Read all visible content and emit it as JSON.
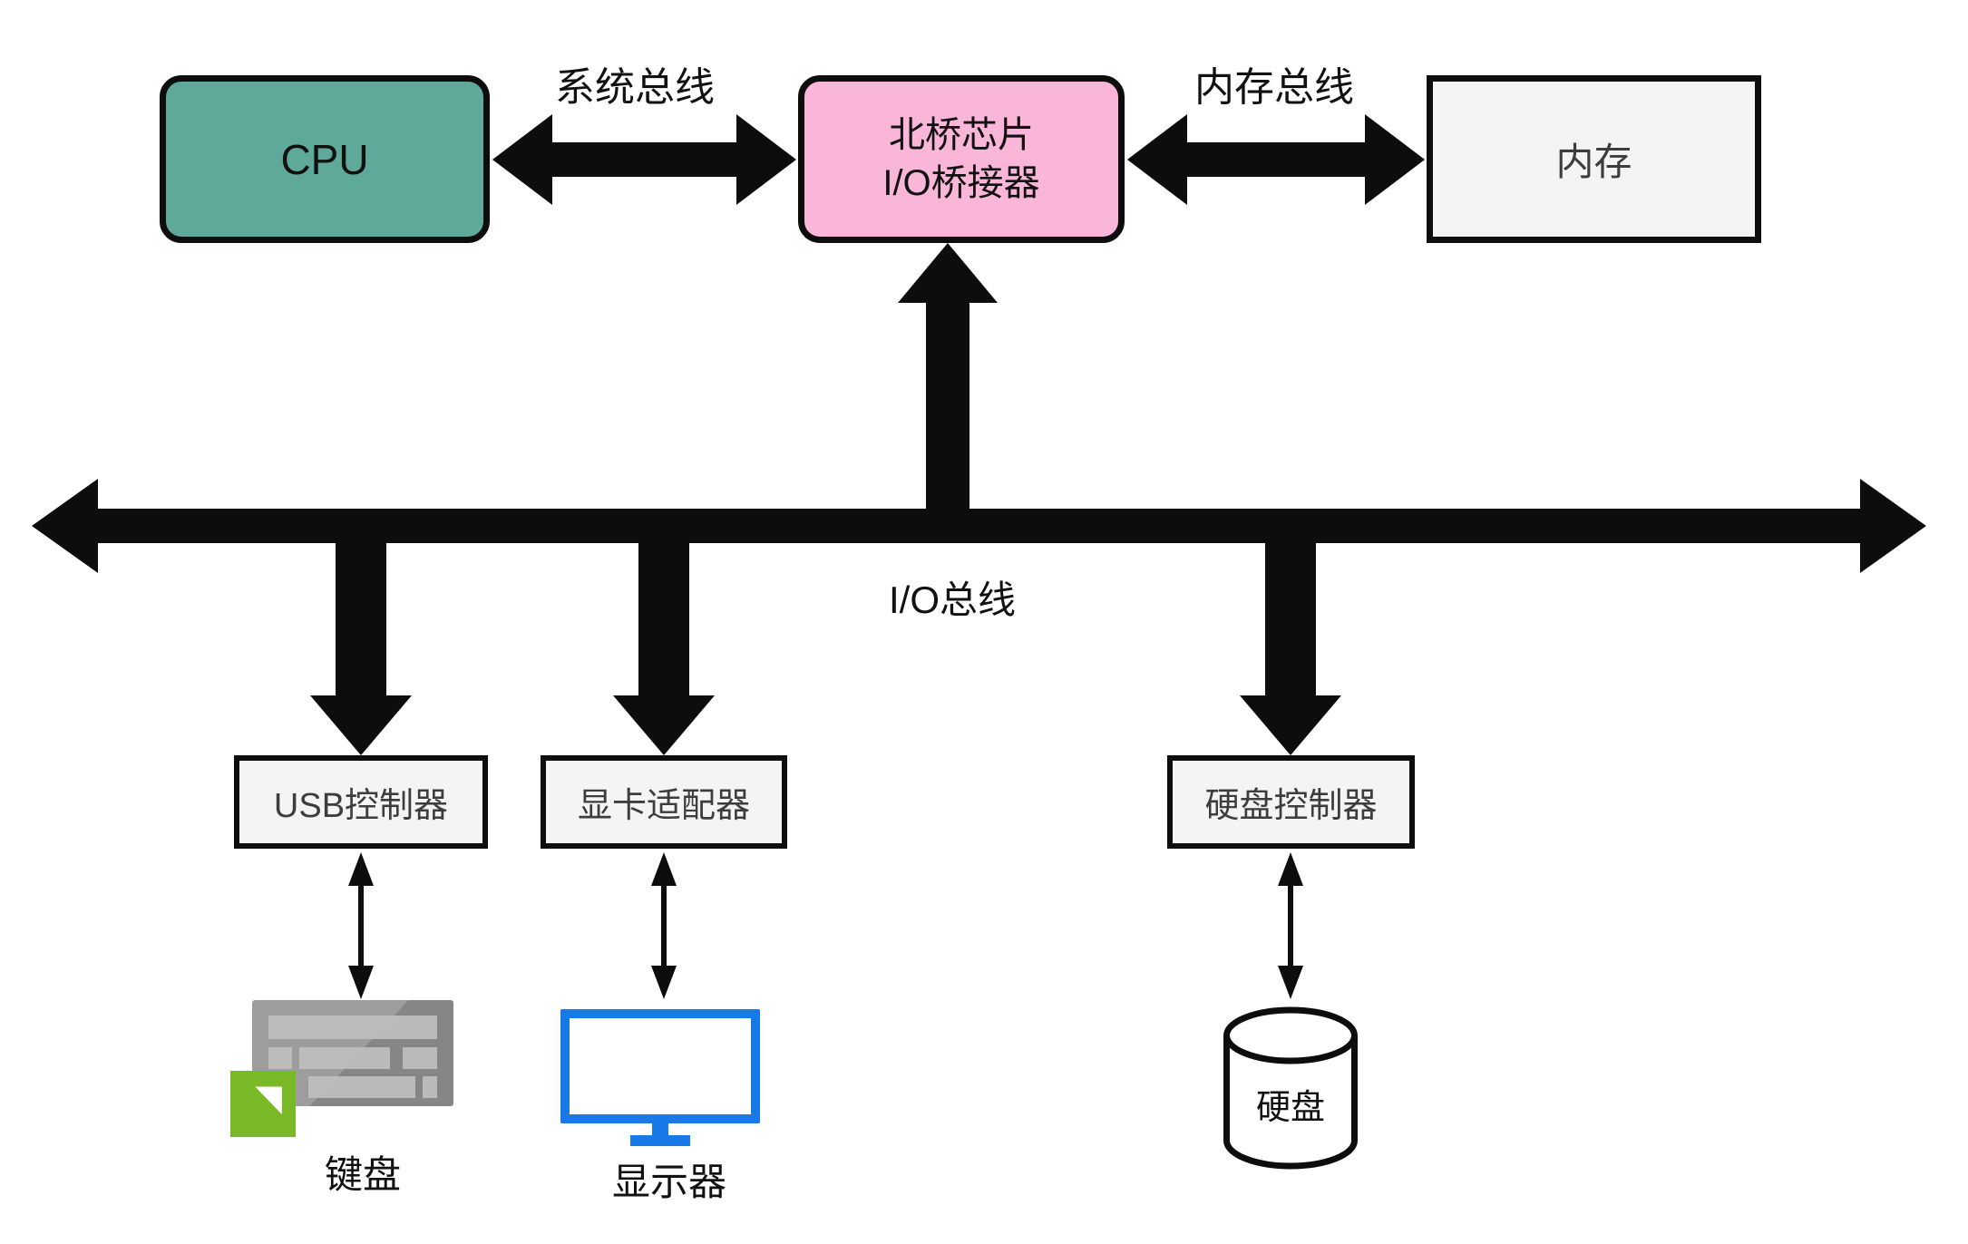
{
  "diagram": {
    "nodes": {
      "cpu": {
        "label": "CPU"
      },
      "northbridge": {
        "line1": "北桥芯片",
        "line2": "I/O桥接器"
      },
      "memory": {
        "label": "内存"
      },
      "usb_controller": {
        "label": "USB控制器"
      },
      "graphics_adapter": {
        "label": "显卡适配器"
      },
      "disk_controller": {
        "label": "硬盘控制器"
      },
      "keyboard": {
        "label": "键盘"
      },
      "monitor": {
        "label": "显示器"
      },
      "hard_disk": {
        "label": "硬盘"
      }
    },
    "bus_labels": {
      "system_bus": "系统总线",
      "memory_bus": "内存总线",
      "io_bus": "I/O总线"
    },
    "colors": {
      "cpu_fill": "#5fa99a",
      "northbridge_fill": "#f9b6d8",
      "box_fill": "#f4f4f4",
      "arrow_black": "#0d0d0d",
      "monitor_blue": "#1879e8",
      "keyboard_green": "#79b928"
    },
    "icons": {
      "keyboard": "keyboard-icon",
      "monitor": "monitor-icon",
      "hard_disk": "cylinder-icon"
    }
  }
}
